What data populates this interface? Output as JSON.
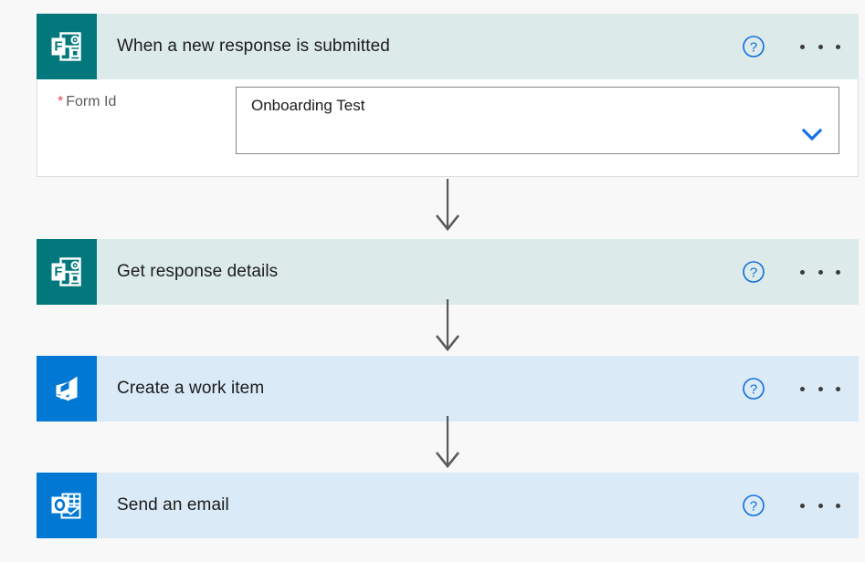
{
  "page": {
    "background": "#f8f8f8"
  },
  "colors": {
    "teal_header": "#dcebe9",
    "teal_icon": "#03787c",
    "blue_header": "#daeaf7",
    "blue_icon": "#0078d4",
    "help_blue": "#0f6cdf",
    "required_red": "#e04a57",
    "connector_gray": "#5a5a5a"
  },
  "steps": [
    {
      "title": "When a new response is submitted",
      "icon": "microsoft-forms-icon",
      "theme": "teal",
      "help_label": "?",
      "expanded": true,
      "fields": [
        {
          "label": "Form Id",
          "required": true,
          "value": "Onboarding Test",
          "placeholder": "",
          "control": "dropdown"
        }
      ]
    },
    {
      "title": "Get response details",
      "icon": "microsoft-forms-icon",
      "theme": "teal",
      "help_label": "?",
      "expanded": false,
      "fields": []
    },
    {
      "title": "Create a work item",
      "icon": "azure-devops-icon",
      "theme": "blue",
      "help_label": "?",
      "expanded": false,
      "fields": []
    },
    {
      "title": "Send an email",
      "icon": "outlook-icon",
      "theme": "blue",
      "help_label": "?",
      "expanded": false,
      "fields": []
    }
  ]
}
